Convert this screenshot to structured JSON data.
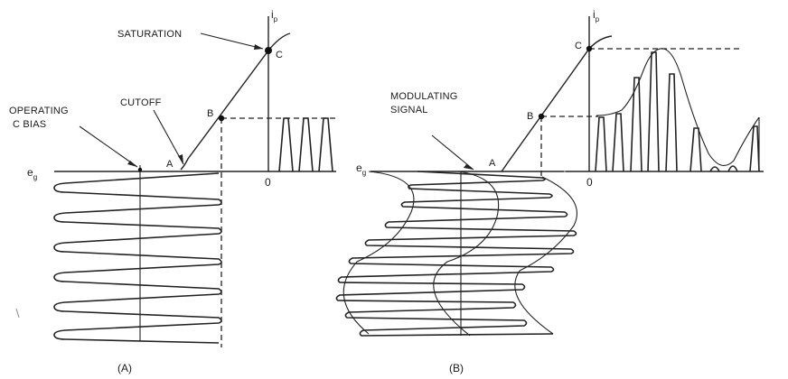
{
  "panel_a": {
    "caption": "(A)",
    "y_axis_label": "i",
    "y_axis_sub": "p",
    "x_axis_label": "e",
    "x_axis_sub": "g",
    "origin_label": "0",
    "annotations": {
      "saturation": "SATURATION",
      "cutoff": "CUTOFF",
      "bias_line1": "OPERATING",
      "bias_line2": "C BIAS"
    },
    "points": {
      "a": "A",
      "b": "B",
      "c": "C"
    }
  },
  "panel_b": {
    "caption": "(B)",
    "y_axis_label": "i",
    "y_axis_sub": "p",
    "x_axis_label": "e",
    "x_axis_sub": "g",
    "origin_label": "0",
    "annotations": {
      "modulating_line1": "MODULATING",
      "modulating_line2": "SIGNAL"
    },
    "points": {
      "a": "A",
      "b": "B",
      "c": "C"
    }
  },
  "style": {
    "ink": "#222222",
    "paper": "#ffffff"
  }
}
